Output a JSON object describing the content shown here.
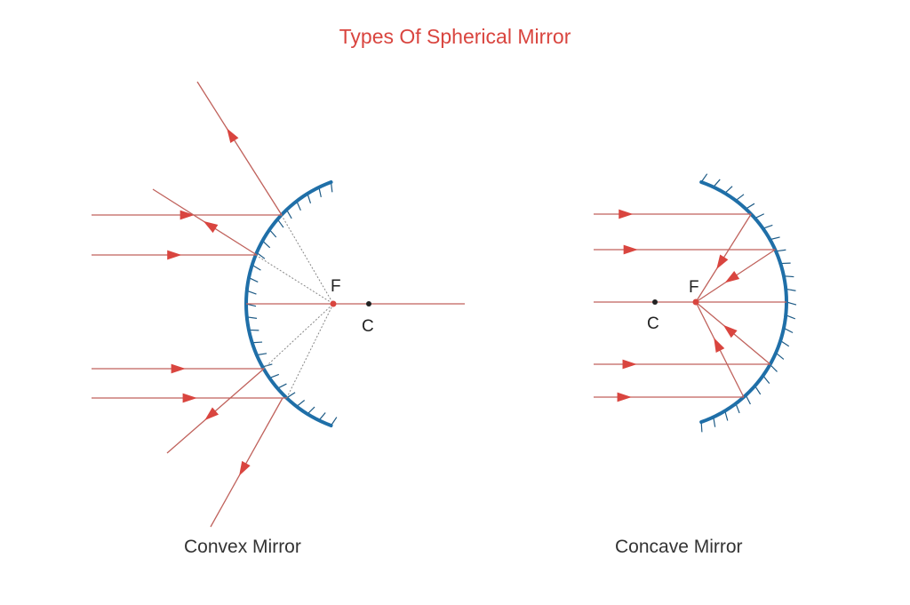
{
  "title": "Types Of Spherical Mirror",
  "convex": {
    "caption": "Convex Mirror",
    "focus_label": "F",
    "center_label": "C"
  },
  "concave": {
    "caption": "Concave Mirror",
    "focus_label": "F",
    "center_label": "C"
  },
  "colors": {
    "ray": "#d9453f",
    "ray_line": "#c0625c",
    "mirror": "#1f6fa8",
    "title": "#d9453f"
  }
}
